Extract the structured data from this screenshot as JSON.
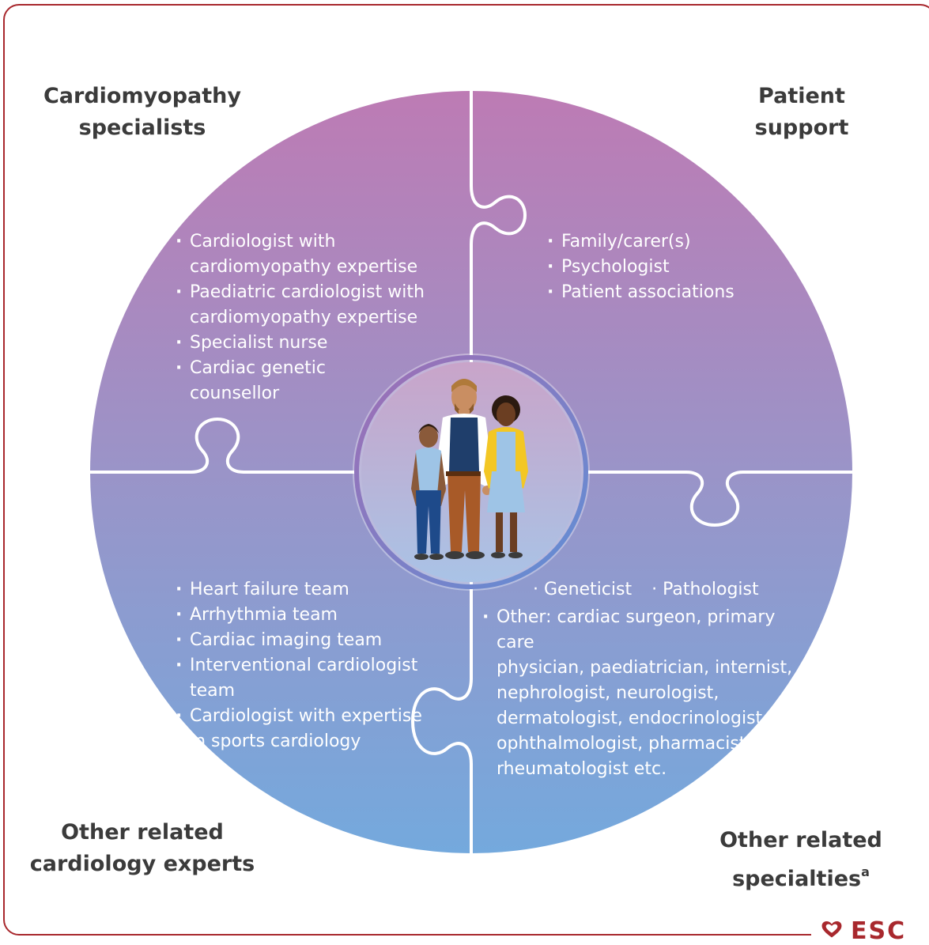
{
  "quadrants": {
    "top_left": {
      "title_line1": "Cardiomyopathy",
      "title_line2": "specialists",
      "items": [
        "Cardiologist with",
        "cardiomyopathy expertise",
        "Paediatric cardiologist with",
        "cardiomyopathy expertise",
        "Specialist nurse",
        "Cardiac genetic",
        "counsellor"
      ]
    },
    "top_right": {
      "title_line1": "Patient",
      "title_line2": "support",
      "items": [
        "Family/carer(s)",
        "Psychologist",
        "Patient associations"
      ]
    },
    "bottom_left": {
      "title_line1": "Other related",
      "title_line2": "cardiology experts",
      "items": [
        "Heart failure team",
        "Arrhythmia team",
        "Cardiac imaging team",
        "Interventional cardiologist team",
        "Cardiologist with expertise",
        "in sports cardiology"
      ]
    },
    "bottom_right": {
      "title_line1": "Other related",
      "title_line2": "specialties",
      "title_superscript": "a",
      "inline_items": [
        "Geneticist",
        "Pathologist"
      ],
      "other_lines": [
        "Other: cardiac surgeon, primary care",
        "physician, paediatrician, internist,",
        "nephrologist, neurologist,",
        "dermatologist, endocrinologist,",
        "ophthalmologist, pharmacist,",
        "rheumatologist etc."
      ]
    }
  },
  "logo": {
    "text": "ESC",
    "icon": "heart-icon"
  },
  "colors": {
    "frame": "#a8282d",
    "gradient_top": "#bd7bb4",
    "gradient_mid": "#9a94c8",
    "gradient_bottom": "#74a9dd",
    "heading_text": "#3b3b3b",
    "list_text": "#ffffff"
  },
  "center_icon": "family-illustration-icon"
}
